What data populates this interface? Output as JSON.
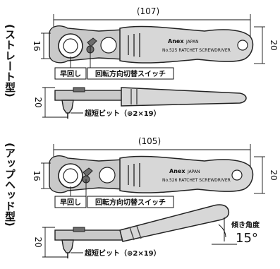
{
  "section1": {
    "side_title": "(ストレート型)",
    "length_label": "(107)",
    "head_height_label": "16",
    "handle_height_label": "20",
    "side_height_label": "20",
    "brand_label": "Anex",
    "origin_label": "JAPAN",
    "model_label": "No.525 RATCHET SCREWDRIVER",
    "callout_quick_release": "早回し",
    "callout_direction_switch": "回転方向切替スイッチ",
    "callout_bit": "超短ビット（⊕2×19）"
  },
  "section2": {
    "side_title": "(アップヘッド型)",
    "length_label": "(105)",
    "head_height_label": "16",
    "handle_height_label": "20",
    "side_height_label": "20",
    "brand_label": "Anex",
    "origin_label": "JAPAN",
    "model_label": "No.526 RATCHET SCREWDRIVER",
    "callout_quick_release": "早回し",
    "callout_direction_switch": "回転方向切替スイッチ",
    "callout_bit": "超短ビット（⊕2×19）",
    "tilt_angle_title": "傾き角度",
    "tilt_angle_value": "15°"
  },
  "colors": {
    "metal": "#c9c9c9",
    "handle": "#d7d7d7",
    "line": "#111111"
  }
}
